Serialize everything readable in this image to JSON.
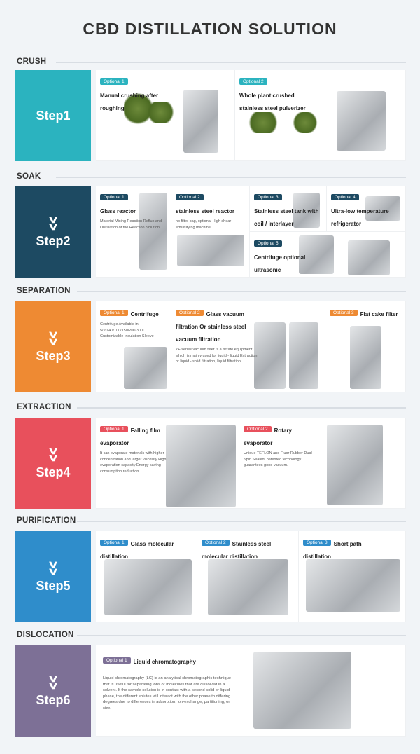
{
  "title": "CBD DISTILLATION SOLUTION",
  "colors": {
    "step1": "#2bb3bf",
    "step2": "#1d4a62",
    "step3": "#ee8a33",
    "step4": "#e8505c",
    "step5": "#2f8dcb",
    "step6": "#7d7096",
    "background": "#f1f4f7"
  },
  "sections": [
    {
      "label": "CRUSH",
      "step": "Step1",
      "options": [
        {
          "badge": "Optional 1",
          "title": "Manual crushing after roughing",
          "text": ""
        },
        {
          "badge": "Optional 2",
          "title": "Whole plant crushed stainless steel pulverizer",
          "text": ""
        }
      ]
    },
    {
      "label": "SOAK",
      "step": "Step2",
      "options": [
        {
          "badge": "Optional 1",
          "title": "Glass reactor",
          "text": "Material Mixing Reaction Reflux and Distillation of the Reaction Solution"
        },
        {
          "badge": "Optional 2",
          "title": "stainless steel reactor",
          "text": "no filter bag, optional High shear emulsifying machine"
        },
        {
          "badge": "Optional 3",
          "title": "Stainless steel tank with coil / interlayer",
          "text": ""
        },
        {
          "badge": "Optional 4",
          "title": "Ultra-low temperature refrigerator",
          "text": ""
        },
        {
          "badge": "Optional 5",
          "title": "Centrifuge optional ultrasonic",
          "text": ""
        }
      ]
    },
    {
      "label": "SEPARATION",
      "step": "Step3",
      "options": [
        {
          "badge": "Optional 1",
          "title": "Centrifuge",
          "text": "Centrifuge Available in 5/20/40/100/150/200/300L Customizable Insulation Sleeve"
        },
        {
          "badge": "Optional 2",
          "title": "Glass vacuum filtration Or stainless steel vacuum filtration",
          "text": "ZF series vacuum filter is a filtrate equipment, which is mainly used for liquid - liquid Extraction or liquid - solid filtration, liquid filtration."
        },
        {
          "badge": "Optional 3",
          "title": "Flat cake filter",
          "text": ""
        }
      ]
    },
    {
      "label": "EXTRACTION",
      "step": "Step4",
      "options": [
        {
          "badge": "Optional 1",
          "title": "Falling film evaporator",
          "text": "It can evaporate materials with higher concentration and larger viscosity High evaporation capacity Energy saving consumption reduction"
        },
        {
          "badge": "Optional 2",
          "title": "Rotary evaporator",
          "text": "Unique TEFLON and Fluor Rubber Dual Spin Sealed, patented technology guarantees good vacuum."
        }
      ]
    },
    {
      "label": "PURIFICATION",
      "step": "Step5",
      "options": [
        {
          "badge": "Optional 1",
          "title": "Glass molecular distillation",
          "text": ""
        },
        {
          "badge": "Optional 2",
          "title": "Stainless steel molecular distillation",
          "text": ""
        },
        {
          "badge": "Optional 3",
          "title": "Short path distillation",
          "text": ""
        }
      ]
    },
    {
      "label": "DISLOCATION",
      "step": "Step6",
      "options": [
        {
          "badge": "Optional 1",
          "title": "Liquid chromatography",
          "text": "Liquid chromatography (LC) is an analytical chromatographic technique that is useful for separating ions or molecules that are dissolved in a solvent. If the sample solution is in contact with a second solid or liquid phase, the different solutes will interact with the other phase to differing degrees due to differences in adsorption, ion-exchange, partitioning, or size."
        }
      ]
    }
  ]
}
